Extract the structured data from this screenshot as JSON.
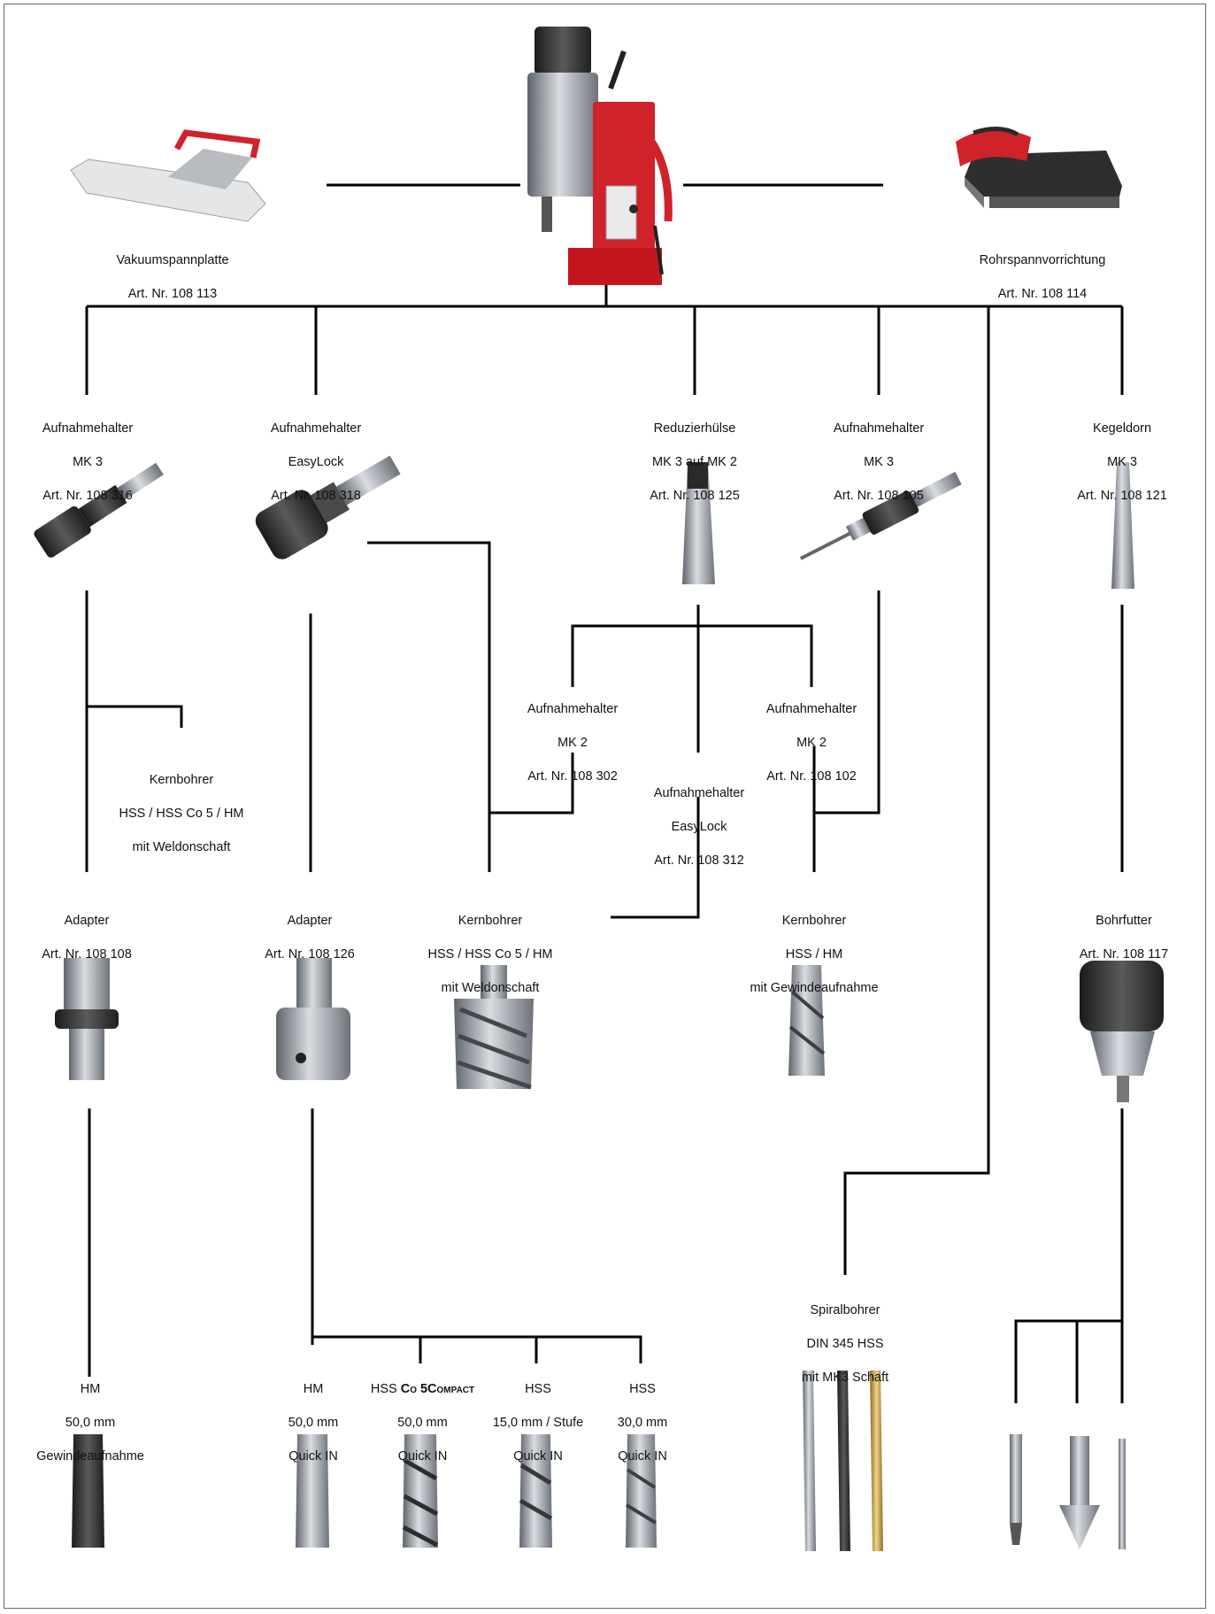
{
  "nodes": {
    "vacuum": {
      "line1": "Vakuumspannplatte",
      "line2": "Art. Nr. 108 113"
    },
    "pipe": {
      "line1": "Rohrspannvorrichtung",
      "line2": "Art. Nr. 108 114"
    },
    "mk3_316": {
      "line1": "Aufnahmehalter",
      "line2": "MK 3",
      "line3": "Art. Nr. 108 316"
    },
    "easylock_318": {
      "line1": "Aufnahmehalter",
      "line2": "EasyLock",
      "line3": "Art. Nr. 108 318"
    },
    "reducer_125": {
      "line1": "Reduzierhülse",
      "line2": "MK 3 auf MK 2",
      "line3": "Art. Nr. 108 125"
    },
    "mk3_105": {
      "line1": "Aufnahmehalter",
      "line2": "MK 3",
      "line3": "Art. Nr. 108 105"
    },
    "kegeldorn_121": {
      "line1": "Kegeldorn",
      "line2": "MK 3",
      "line3": "Art. Nr. 108 121"
    },
    "mk2_302": {
      "line1": "Aufnahmehalter",
      "line2": "MK 2",
      "line3": "Art. Nr. 108 302"
    },
    "mk2_102": {
      "line1": "Aufnahmehalter",
      "line2": "MK 2",
      "line3": "Art. Nr. 108 102"
    },
    "easylock_312": {
      "line1": "Aufnahmehalter",
      "line2": "EasyLock",
      "line3": "Art. Nr. 108 312"
    },
    "kern_weldon_left": {
      "line1": "Kernbohrer",
      "line2": "HSS / HSS Co 5 / HM",
      "line3": "mit Weldonschaft"
    },
    "adapter_108": {
      "line1": "Adapter",
      "line2": "Art. Nr. 108 108"
    },
    "adapter_126": {
      "line1": "Adapter",
      "line2": "Art. Nr. 108 126"
    },
    "kern_weldon_mid": {
      "line1": "Kernbohrer",
      "line2": "HSS / HSS Co 5 / HM",
      "line3": "mit Weldonschaft"
    },
    "kern_gewinde": {
      "line1": "Kernbohrer",
      "line2": "HSS / HM",
      "line3": "mit Gewindeaufnahme"
    },
    "bohrfutter_117": {
      "line1": "Bohrfutter",
      "line2": "Art. Nr. 108 117"
    },
    "spiral": {
      "line1": "Spiralbohrer",
      "line2": "DIN 345 HSS",
      "line3": "mit MK3 Schaft"
    },
    "hm_gewinde": {
      "line1": "HM",
      "line2": "50,0 mm",
      "line3": "Gewindeaufnahme"
    },
    "hm_quick": {
      "line1": "HM",
      "line2": "50,0 mm",
      "line3": "Quick IN"
    },
    "hss_compact": {
      "line1a": "HSS ",
      "line1b": "Co 5Compact",
      "line2": "50,0 mm",
      "line3": "Quick IN"
    },
    "hss_stufe": {
      "line1": "HSS",
      "line2": "15,0 mm / Stufe",
      "line3": "Quick IN"
    },
    "hss_30": {
      "line1": "HSS",
      "line2": "30,0 mm",
      "line3": "Quick IN"
    }
  },
  "colors": {
    "line": "#000000",
    "steel": "#8a8f96",
    "dark": "#2b2b2b",
    "red": "#d0222b",
    "gold": "#c9a24a"
  }
}
